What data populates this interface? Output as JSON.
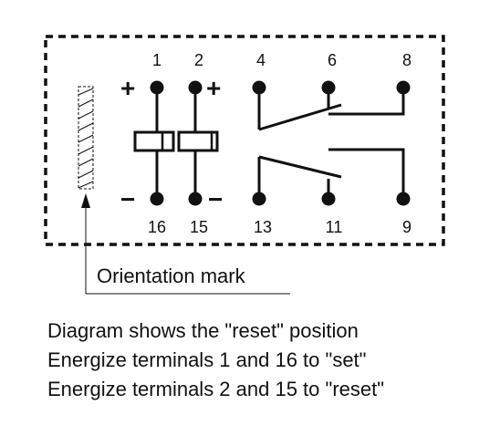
{
  "pins": {
    "p1": "1",
    "p2": "2",
    "p4": "4",
    "p6": "6",
    "p8": "8",
    "p16": "16",
    "p15": "15",
    "p13": "13",
    "p11": "11",
    "p9": "9"
  },
  "polarity": {
    "plus": "+",
    "minus": "−"
  },
  "orientation_mark_label": "Orientation mark",
  "notes": [
    "Diagram shows the \"reset\" position",
    "Energize terminals 1 and 16 to \"set\"",
    "Energize terminals 2 and 15 to \"reset\""
  ],
  "colors": {
    "ink": "#111111",
    "background": "#ffffff"
  }
}
